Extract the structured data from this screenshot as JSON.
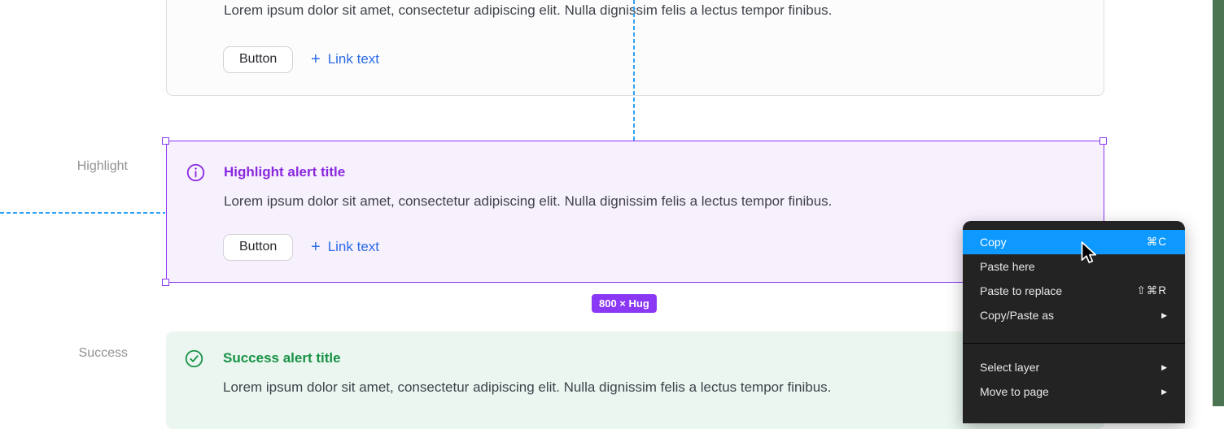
{
  "side_labels": {
    "highlight": "Highlight",
    "success": "Success"
  },
  "alerts": {
    "default": {
      "body": "Lorem ipsum dolor sit amet, consectetur adipiscing elit. Nulla dignissim felis a lectus tempor finibus.",
      "button_label": "Button",
      "link_plus": "+",
      "link_label": "Link text"
    },
    "highlight": {
      "title": "Highlight alert title",
      "body": "Lorem ipsum dolor sit amet, consectetur adipiscing elit. Nulla dignissim felis a lectus tempor finibus.",
      "button_label": "Button",
      "link_plus": "+",
      "link_label": "Link text"
    },
    "success": {
      "title": "Success alert title",
      "body": "Lorem ipsum dolor sit amet, consectetur adipiscing elit. Nulla dignissim felis a lectus tempor finibus."
    }
  },
  "selection": {
    "size_badge": "800 × Hug"
  },
  "context_menu": {
    "items": [
      {
        "label": "Copy",
        "shortcut": "⌘C",
        "selected": true
      },
      {
        "label": "Paste here"
      },
      {
        "label": "Paste to replace",
        "shortcut": "⇧⌘R"
      },
      {
        "label": "Copy/Paste as",
        "submenu": true
      },
      {
        "separator": true
      },
      {
        "label": "Select layer",
        "submenu": true
      },
      {
        "label": "Move to page",
        "submenu": true
      }
    ]
  },
  "icons": {
    "submenu_arrow": "▶"
  },
  "colors": {
    "selection_purple": "#8a38f5",
    "highlight_title": "#8a28e0",
    "highlight_bg": "#f7f0fd",
    "success_green": "#179245",
    "success_bg": "#eaf6ef",
    "link_blue": "#2b6be8",
    "menu_bg": "#232323",
    "menu_highlight_blue": "#0d99ff",
    "guide_blue": "#2da3f8",
    "right_strip_green": "#4c7453"
  }
}
